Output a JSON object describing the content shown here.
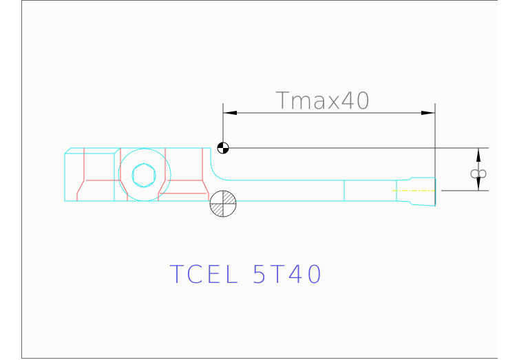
{
  "drawing": {
    "dimension_length_label": "Tmax40",
    "dimension_height_label": "8",
    "part_label": "TCEL 5T40",
    "colors": {
      "background": "#fbfcfa",
      "frame": "#6b6b6b",
      "dimension": "#404040",
      "outline": "#33e6ee",
      "hidden": "#f05a5a",
      "centerline": "#e8e800",
      "part_label": "#5a5ae6"
    }
  }
}
